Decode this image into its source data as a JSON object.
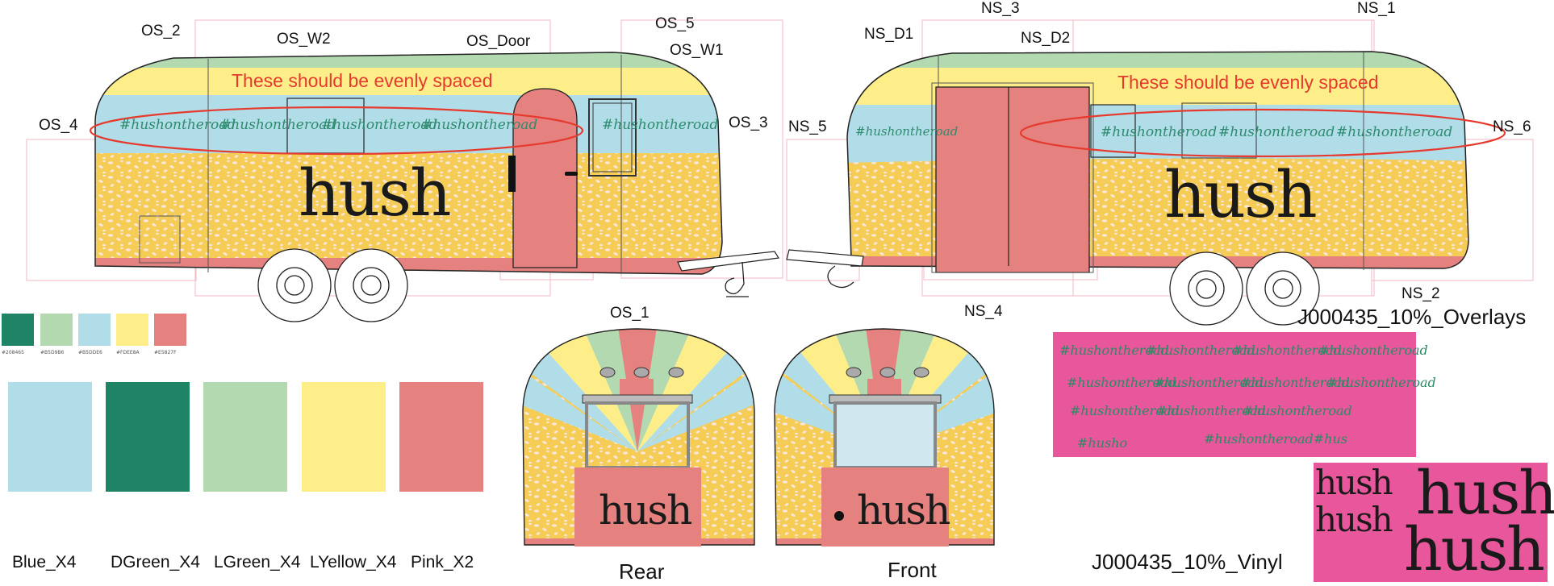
{
  "colors": {
    "yellow": "#FDEE8A",
    "lightblue": "#B1DDE8",
    "lightgreen": "#B3D9B1",
    "darkgreen": "#1F8465",
    "pink": "#E5827F",
    "leopard": "#F5CC55",
    "magenta": "#E8579C",
    "red_note": "#E63A2E",
    "tag_green": "#2E8A6E"
  },
  "labels": {
    "os_2": "OS_2",
    "os_w2": "OS_W2",
    "os_door": "OS_Door",
    "os_5": "OS_5",
    "os_w1": "OS_W1",
    "os_4": "OS_4",
    "os_3": "OS_3",
    "os_1": "OS_1",
    "ns_3": "NS_3",
    "ns_1": "NS_1",
    "ns_d1": "NS_D1",
    "ns_d2": "NS_D2",
    "ns_5": "NS_5",
    "ns_6": "NS_6",
    "ns_2": "NS_2",
    "ns_4": "NS_4"
  },
  "notes": {
    "left": "These should be evenly spaced",
    "right": "These should be evenly spaced"
  },
  "brand": {
    "wordmark": "hush",
    "hashtag": "#hushontheroad"
  },
  "views": {
    "rear": "Rear",
    "front": "Front"
  },
  "files": {
    "overlays": "J000435_10%_Overlays",
    "vinyl": "J000435_10%_Vinyl"
  },
  "small_swatches": [
    {
      "hex": "#1F8465",
      "code": "#208465"
    },
    {
      "hex": "#B3D9B1",
      "code": "#B5D9B6"
    },
    {
      "hex": "#B1DDE8",
      "code": "#B5DDE6"
    },
    {
      "hex": "#FDEE8A",
      "code": "#FDEE8A"
    },
    {
      "hex": "#E5827F",
      "code": "#E5827F"
    }
  ],
  "big_swatches": [
    {
      "hex": "#B1DDE8",
      "label": "Blue_X4"
    },
    {
      "hex": "#1F8465",
      "label": "DGreen_X4"
    },
    {
      "hex": "#B3D9B1",
      "label": "LGreen_X4"
    },
    {
      "hex": "#FDEE8A",
      "label": "LYellow_X4"
    },
    {
      "hex": "#E5827F",
      "label": "Pink_X2"
    }
  ],
  "overlay_sheet": {
    "rows": [
      [
        "#hushontheroad",
        "#hushontheroad",
        "#hushontheroad",
        "#hushontheroad"
      ],
      [
        "#hushontheroad",
        "#hushontheroad",
        "#hushontheroad",
        "#hushontheroad"
      ],
      [
        "#hushontheroad",
        "#hushontheroad",
        "#hushontheroad"
      ],
      [
        "#husho",
        "#hushontheroad#hus"
      ]
    ]
  },
  "vinyl_sheet": {
    "small": [
      "hush",
      "hush"
    ],
    "large": [
      "hush",
      "hush"
    ]
  }
}
